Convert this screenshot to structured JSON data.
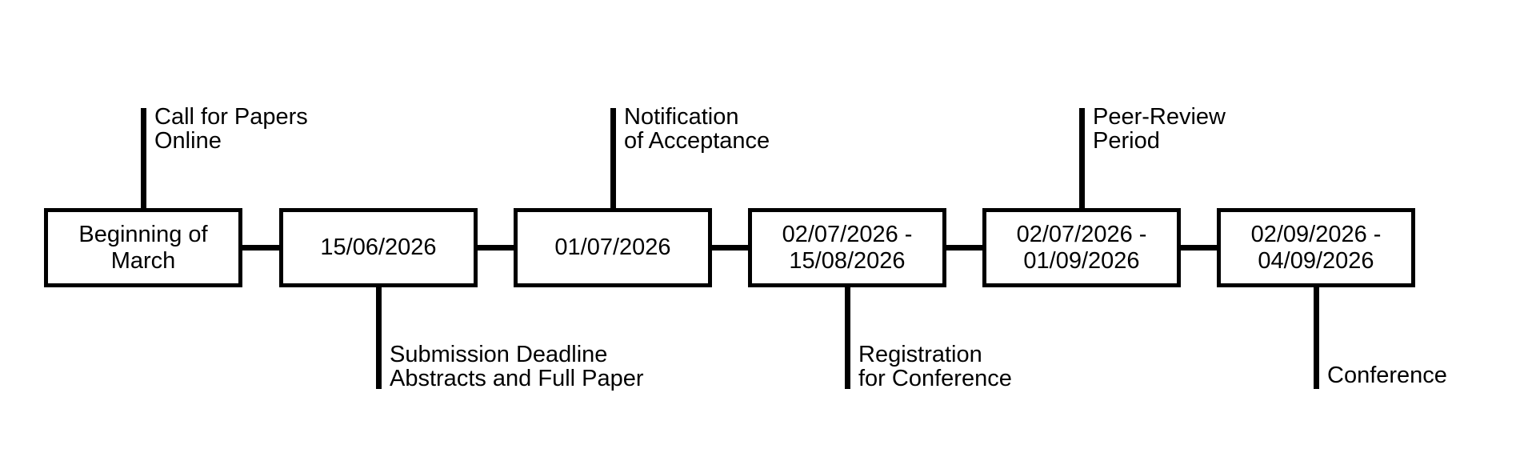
{
  "diagram": {
    "type": "timeline",
    "background_color": "#ffffff",
    "line_color": "#000000",
    "text_color": "#000000",
    "events": [
      {
        "date": "Beginning of\nMarch",
        "label": "Call for Papers\nOnline",
        "label_position": "above"
      },
      {
        "date": "15/06/2026",
        "label": "Submission Deadline\nAbstracts and Full Paper",
        "label_position": "below"
      },
      {
        "date": "01/07/2026",
        "label": "Notification\nof Acceptance",
        "label_position": "above"
      },
      {
        "date": "02/07/2026 -\n15/08/2026",
        "label": "Registration\nfor Conference",
        "label_position": "below"
      },
      {
        "date": "02/07/2026 -\n01/09/2026",
        "label": "Peer-Review\nPeriod",
        "label_position": "above"
      },
      {
        "date": "02/09/2026 -\n04/09/2026",
        "label": "Conference",
        "label_position": "below"
      }
    ]
  }
}
